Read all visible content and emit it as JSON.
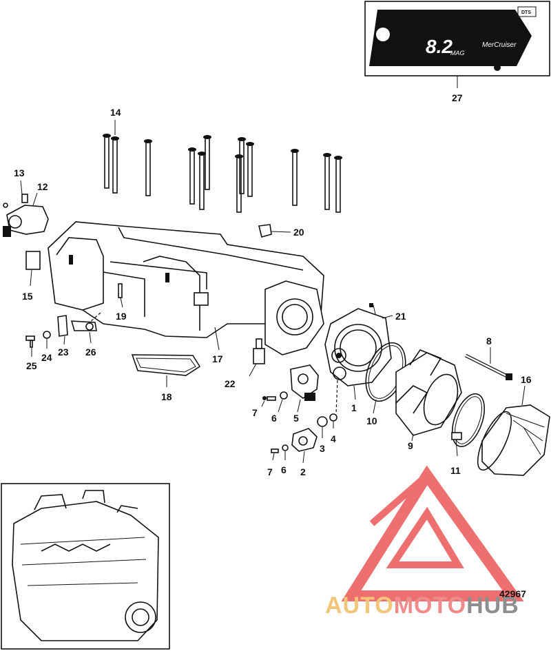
{
  "callouts": [
    {
      "id": "c1",
      "text": "1"
    },
    {
      "id": "c2",
      "text": "2"
    },
    {
      "id": "c3",
      "text": "3"
    },
    {
      "id": "c4",
      "text": "4"
    },
    {
      "id": "c5",
      "text": "5"
    },
    {
      "id": "c6a",
      "text": "6"
    },
    {
      "id": "c6b",
      "text": "6"
    },
    {
      "id": "c7a",
      "text": "7"
    },
    {
      "id": "c7b",
      "text": "7"
    },
    {
      "id": "c8",
      "text": "8"
    },
    {
      "id": "c9",
      "text": "9"
    },
    {
      "id": "c10",
      "text": "10"
    },
    {
      "id": "c11",
      "text": "11"
    },
    {
      "id": "c12",
      "text": "12"
    },
    {
      "id": "c13",
      "text": "13"
    },
    {
      "id": "c14",
      "text": "14"
    },
    {
      "id": "c15",
      "text": "15"
    },
    {
      "id": "c16",
      "text": "16"
    },
    {
      "id": "c17",
      "text": "17"
    },
    {
      "id": "c18",
      "text": "18"
    },
    {
      "id": "c19",
      "text": "19"
    },
    {
      "id": "c20",
      "text": "20"
    },
    {
      "id": "c21",
      "text": "21"
    },
    {
      "id": "c22",
      "text": "22"
    },
    {
      "id": "c23",
      "text": "23"
    },
    {
      "id": "c24",
      "text": "24"
    },
    {
      "id": "c25",
      "text": "25"
    },
    {
      "id": "c26",
      "text": "26"
    },
    {
      "id": "c27",
      "text": "27"
    }
  ],
  "decal": {
    "model": "8.2",
    "sub": "MAG",
    "brand": "MerCruiser",
    "badge": "DTS"
  },
  "figure_number": "42967",
  "watermark": {
    "part1": "AUTO",
    "part2": "MOTO",
    "part3": "HUB"
  },
  "colors": {
    "ink": "#111111",
    "watermark_red": "#e8403f",
    "watermark_orange": "#f2c57a",
    "watermark_gray": "#8e8e8e"
  }
}
